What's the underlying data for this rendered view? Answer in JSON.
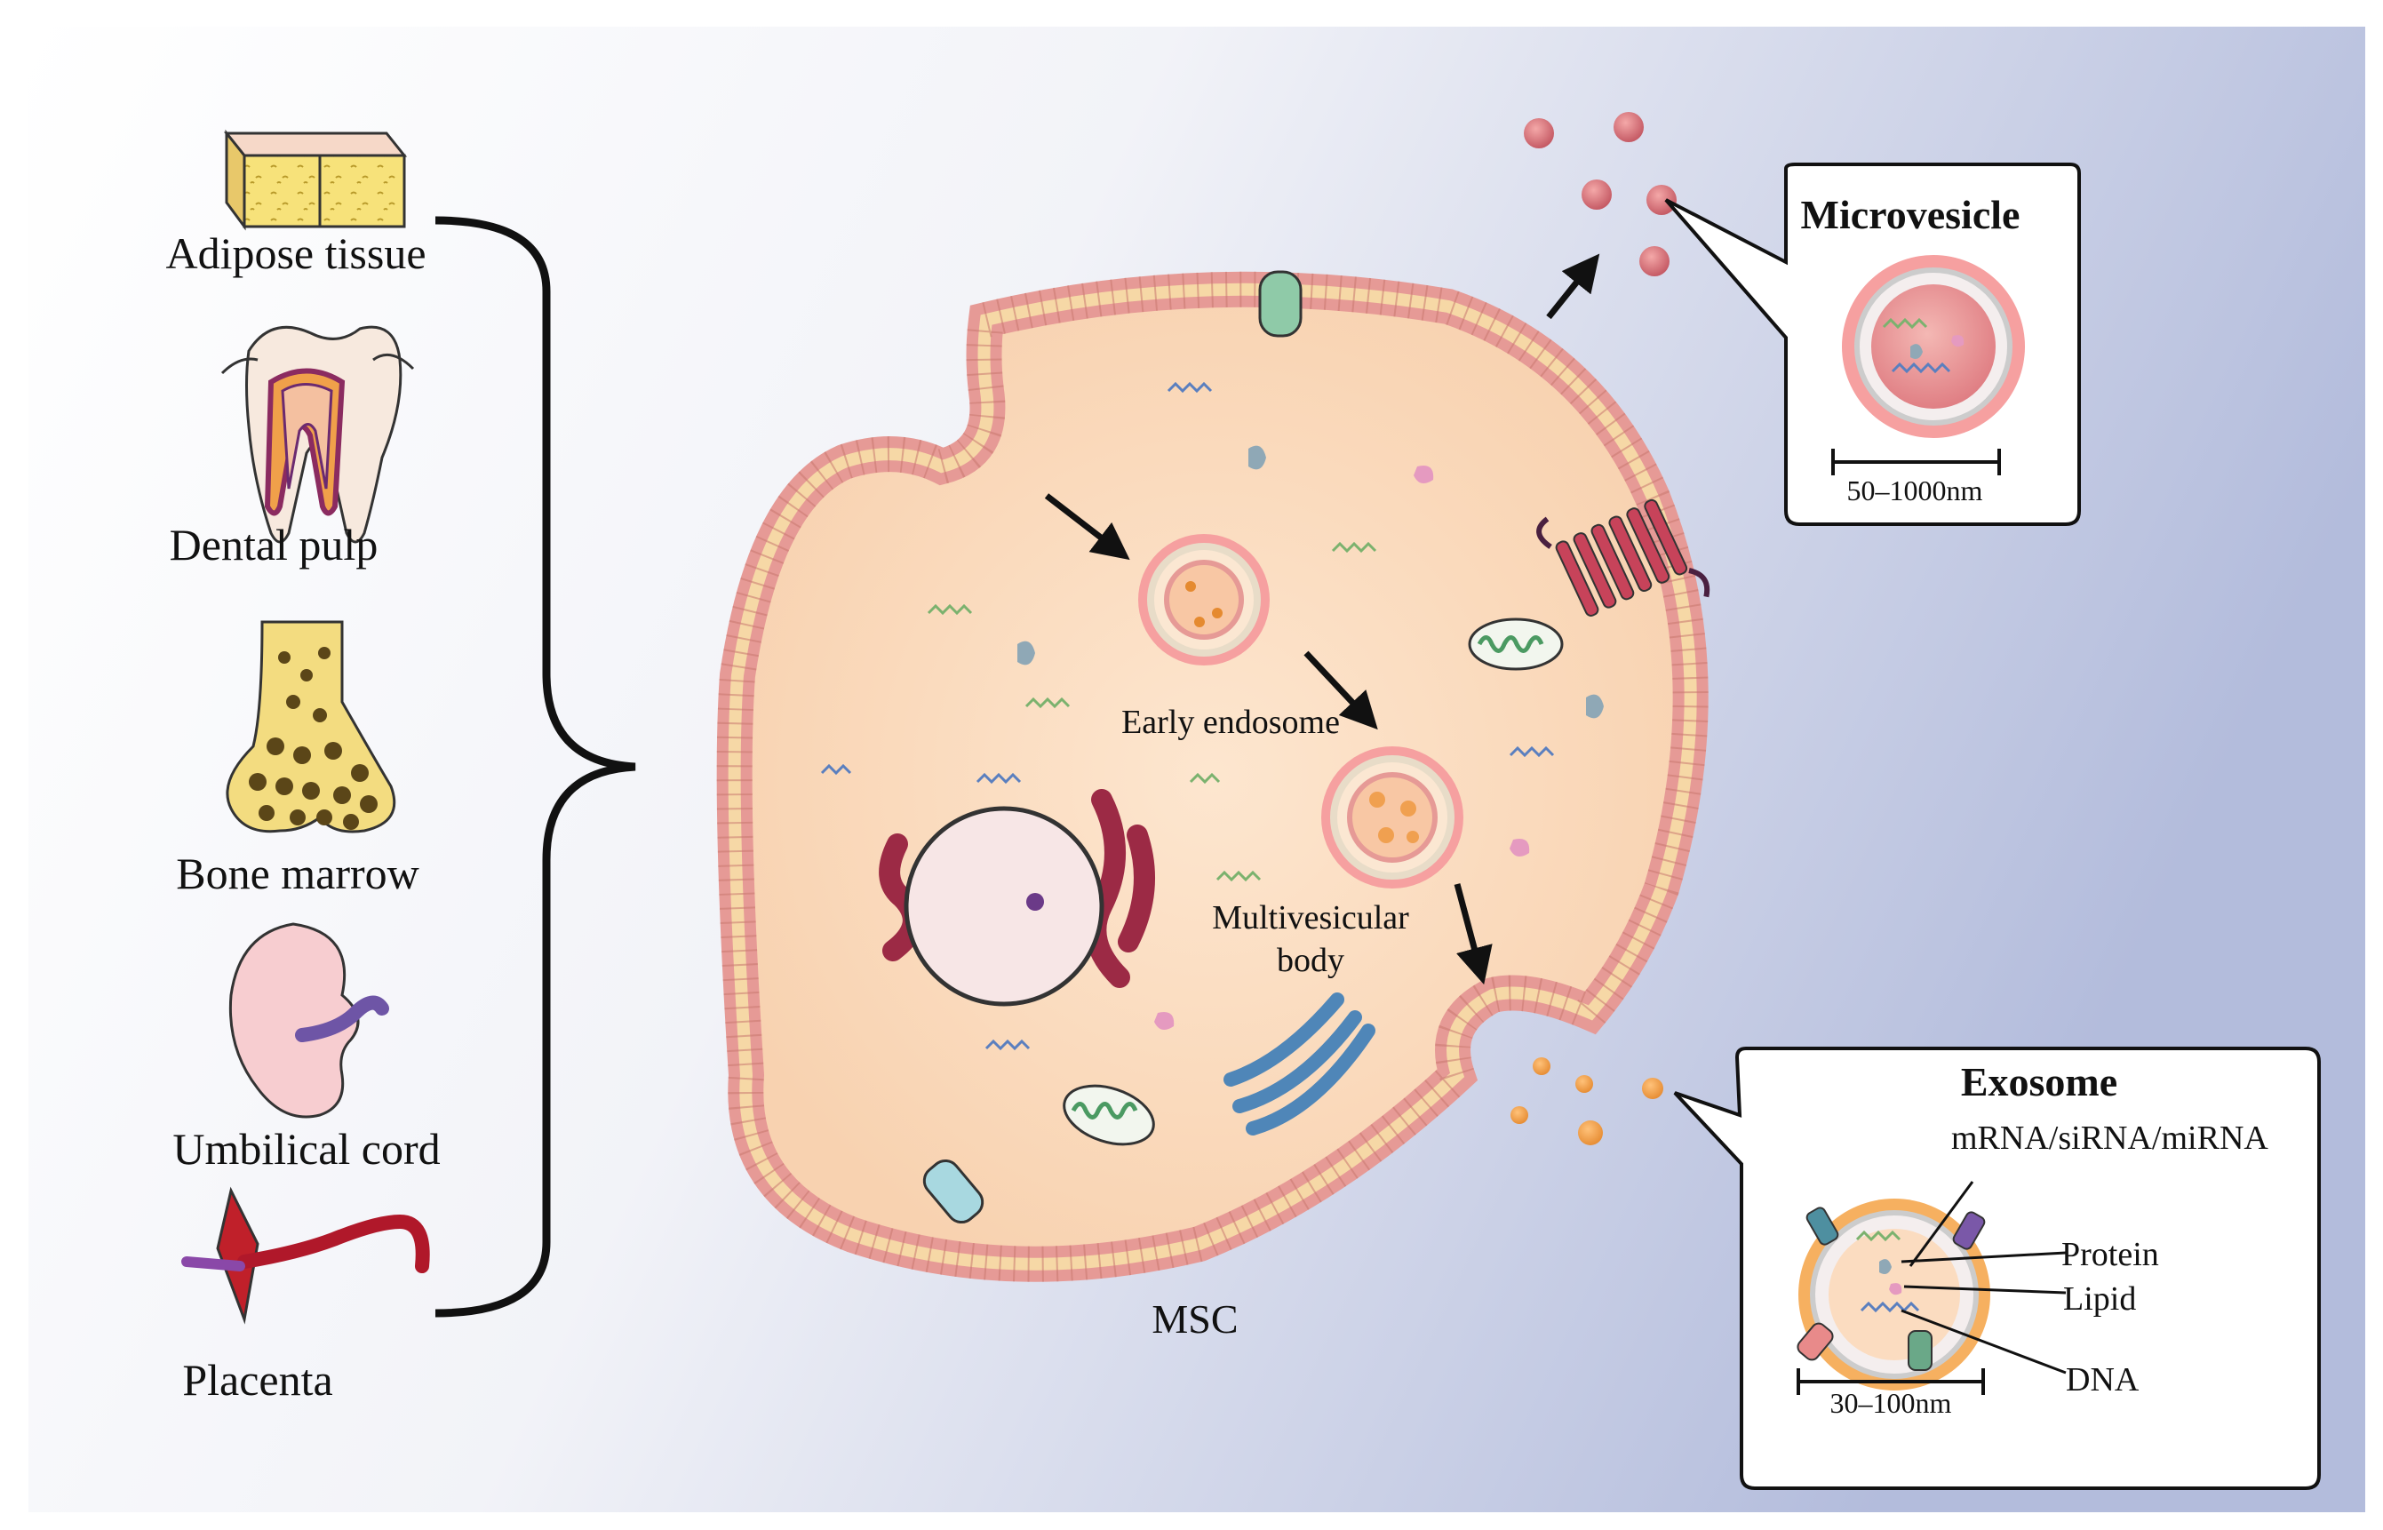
{
  "sources": {
    "adipose": "Adipose tissue",
    "dental": "Dental pulp",
    "bone": "Bone marrow",
    "umbilical": "Umbilical cord",
    "placenta": "Placenta"
  },
  "cell": {
    "name": "MSC",
    "early_endosome": "Early endosome",
    "mvb_line1": "Multivesicular",
    "mvb_line2": "body"
  },
  "microvesicle": {
    "title": "Microvesicle",
    "size": "50–1000nm"
  },
  "exosome": {
    "title": "Exosome",
    "rna": "mRNA/siRNA/miRNA",
    "protein": "Protein",
    "lipid": "Lipid",
    "dna": "DNA",
    "size": "30–100nm"
  },
  "colors": {
    "cytoplasm": "#fbdcc0",
    "membrane_head": "#e8a0a0",
    "microvesicle": "#d97f80",
    "exosome": "#f0a050",
    "background_end": "#b5bedd"
  }
}
